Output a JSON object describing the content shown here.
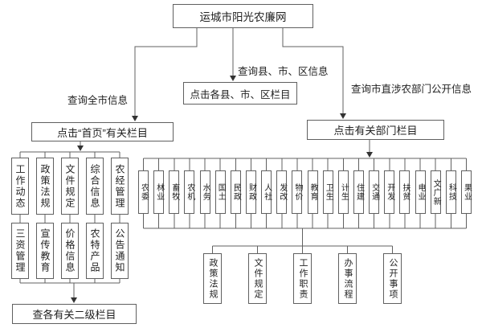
{
  "root": {
    "title": "运城市阳光农廉网"
  },
  "branches": {
    "left": {
      "label": "查询全市信息",
      "node": "点击“首页”有关栏目"
    },
    "middle": {
      "label": "查询县、市、区信息",
      "node": "点击各县、市、区栏目"
    },
    "right": {
      "label": "查询市直涉农部门公开信息",
      "node": "点击有关部门栏目"
    }
  },
  "home_columns": {
    "row1": [
      "工作动态",
      "政策法规",
      "文件规定",
      "综合信息",
      "农经管理"
    ],
    "row2": [
      "三资管理",
      "宣传教育",
      "价格信息",
      "农特产品",
      "公告通知"
    ],
    "footer": "查各有关二级栏目"
  },
  "departments": [
    "农委",
    "林业",
    "畜牧",
    "农机",
    "水务",
    "国土",
    "民政",
    "财政",
    "人社",
    "发改",
    "物价",
    "教育",
    "卫生",
    "计生",
    "住建",
    "交通",
    "开发",
    "扶贫",
    "电业",
    "文广新",
    "科技",
    "果业"
  ],
  "department_sections": [
    "政策法规",
    "文件规定",
    "工作职责",
    "办事流程",
    "公开事项"
  ],
  "colors": {
    "line": "#606060",
    "text": "#222222",
    "background": "#ffffff"
  }
}
